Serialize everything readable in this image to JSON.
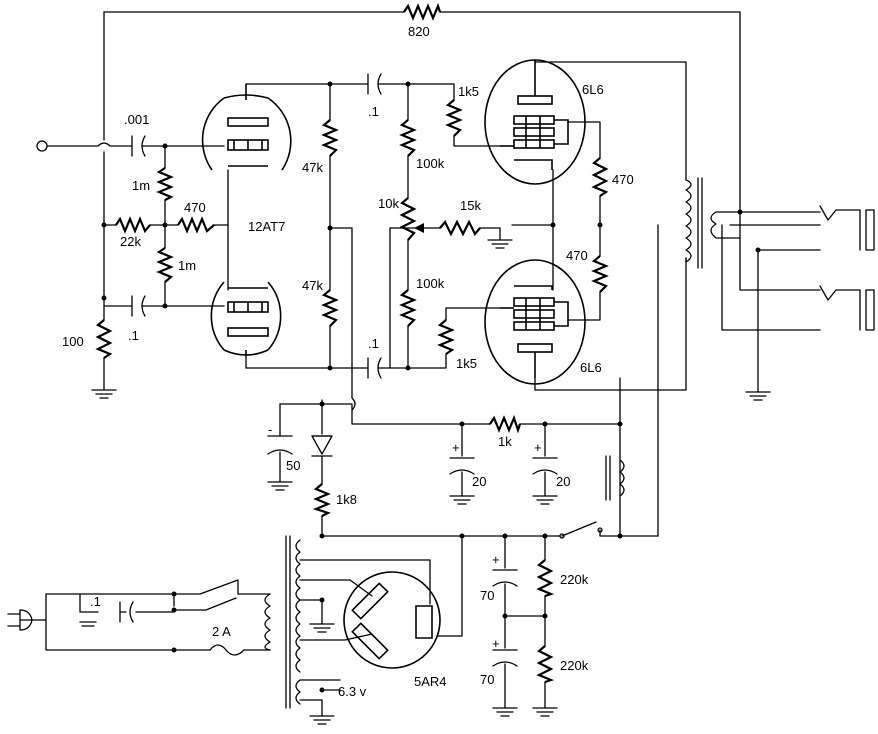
{
  "labels": {
    "r_feedback": "820",
    "c_input": ".001",
    "r_grid_top": "1m",
    "r_grid_bottom": "1m",
    "r_bias_22k": "22k",
    "r_470_tail": "470",
    "r_cathode_100": "100",
    "c_lower_grid": ".1",
    "tube_12at7": "12AT7",
    "r_plate_top": "47k",
    "r_plate_bottom": "47k",
    "c_coupling_top": ".1",
    "c_coupling_bottom": ".1",
    "r_grid_top_6l6": "1k5",
    "r_grid_bottom_6l6": "1k5",
    "r_100k_top": "100k",
    "r_100k_bottom": "100k",
    "pot_10k": "10k",
    "r_15k": "15k",
    "tube_6l6_top": "6L6",
    "tube_6l6_bottom": "6L6",
    "r_470_screen_top": "470",
    "r_470_screen_bottom": "470",
    "c_50": "50",
    "c_20_left": "20",
    "c_20_right": "20",
    "r_1k": "1k",
    "r_1k8": "1k8",
    "c_power_line": ".1",
    "fuse": "2 A",
    "tube_5ar4": "5AR4",
    "heater_voltage": "6.3 v",
    "c_70_top": "70",
    "c_70_bottom": "70",
    "r_220k_top": "220k",
    "r_220k_bottom": "220k",
    "plus_50": "-",
    "plus_20_left": "+",
    "plus_20_right": "+",
    "plus_70_top": "+",
    "plus_70_bottom": "+"
  }
}
